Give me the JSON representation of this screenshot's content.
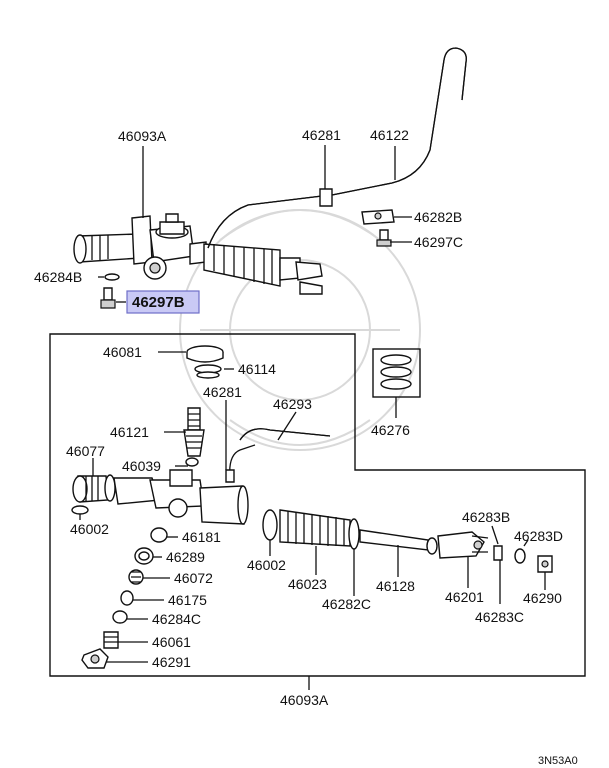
{
  "colors": {
    "highlight": "#c9c9f5",
    "line": "#111111",
    "background": "#ffffff"
  },
  "labels": {
    "assy_top": "46093A",
    "l46281_top": "46281",
    "l46122": "46122",
    "l46282B": "46282B",
    "l46297C": "46297C",
    "l46284B": "46284B",
    "l46297B": "46297B",
    "l46081": "46081",
    "l46114": "46114",
    "l46281_mid": "46281",
    "l46293": "46293",
    "l46121": "46121",
    "l46077": "46077",
    "l46039": "46039",
    "l46002_left": "46002",
    "l46181": "46181",
    "l46289": "46289",
    "l46072": "46072",
    "l46175": "46175",
    "l46284C": "46284C",
    "l46061": "46061",
    "l46291": "46291",
    "l46276": "46276",
    "l46002_mid": "46002",
    "l46023": "46023",
    "l46282C": "46282C",
    "l46128": "46128",
    "l46283B": "46283B",
    "l46283D": "46283D",
    "l46201": "46201",
    "l46290": "46290",
    "l46283C": "46283C",
    "assy_bottom": "46093A",
    "diagram_code": "3N53A0"
  }
}
